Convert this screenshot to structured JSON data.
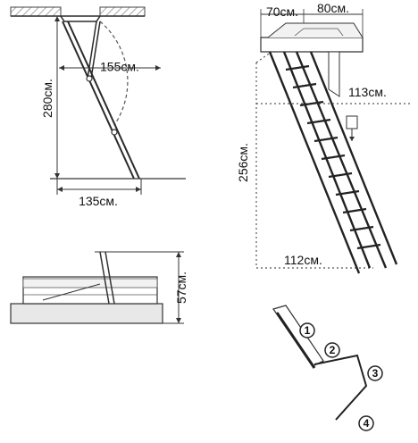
{
  "dimensions": {
    "fold_width": "155см.",
    "ceiling_height": "280см.",
    "floor_depth": "135см.",
    "box_width_a": "70см.",
    "box_width_b": "80см.",
    "reach": "113см.",
    "ladder_height": "256см.",
    "floor_span": "112см.",
    "box_height": "57см."
  },
  "steps": [
    "1",
    "2",
    "3",
    "4"
  ],
  "colors": {
    "line": "#2a2a2a",
    "dotted": "#555555",
    "hatch": "#888888",
    "fill": "#e8e8e8",
    "dark": "#222222"
  }
}
